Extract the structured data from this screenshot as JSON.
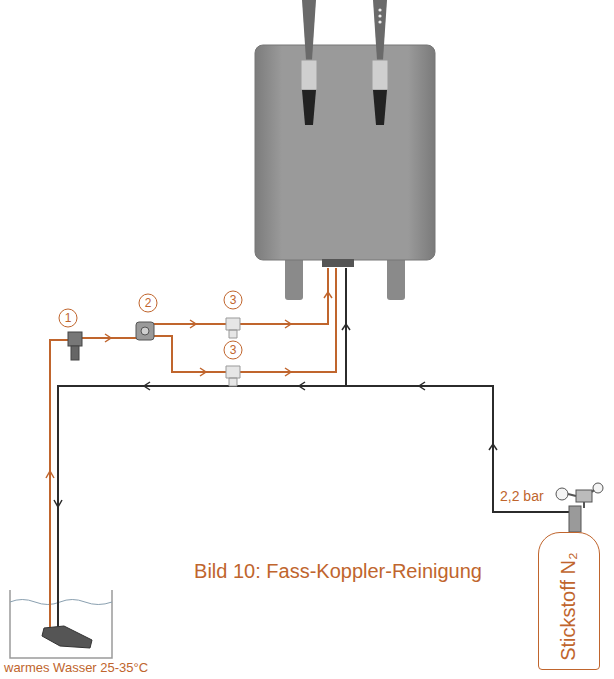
{
  "diagram": {
    "caption": "Bild 10: Fass-Koppler-Reinigung",
    "nodes": [
      {
        "text": [
          "Stickstoff N₂"
        ]
      }
    ],
    "labels": [
      "1",
      "2",
      "3",
      "3",
      "2,2 bar",
      "warmes Wasser 25-35°C"
    ]
  }
}
